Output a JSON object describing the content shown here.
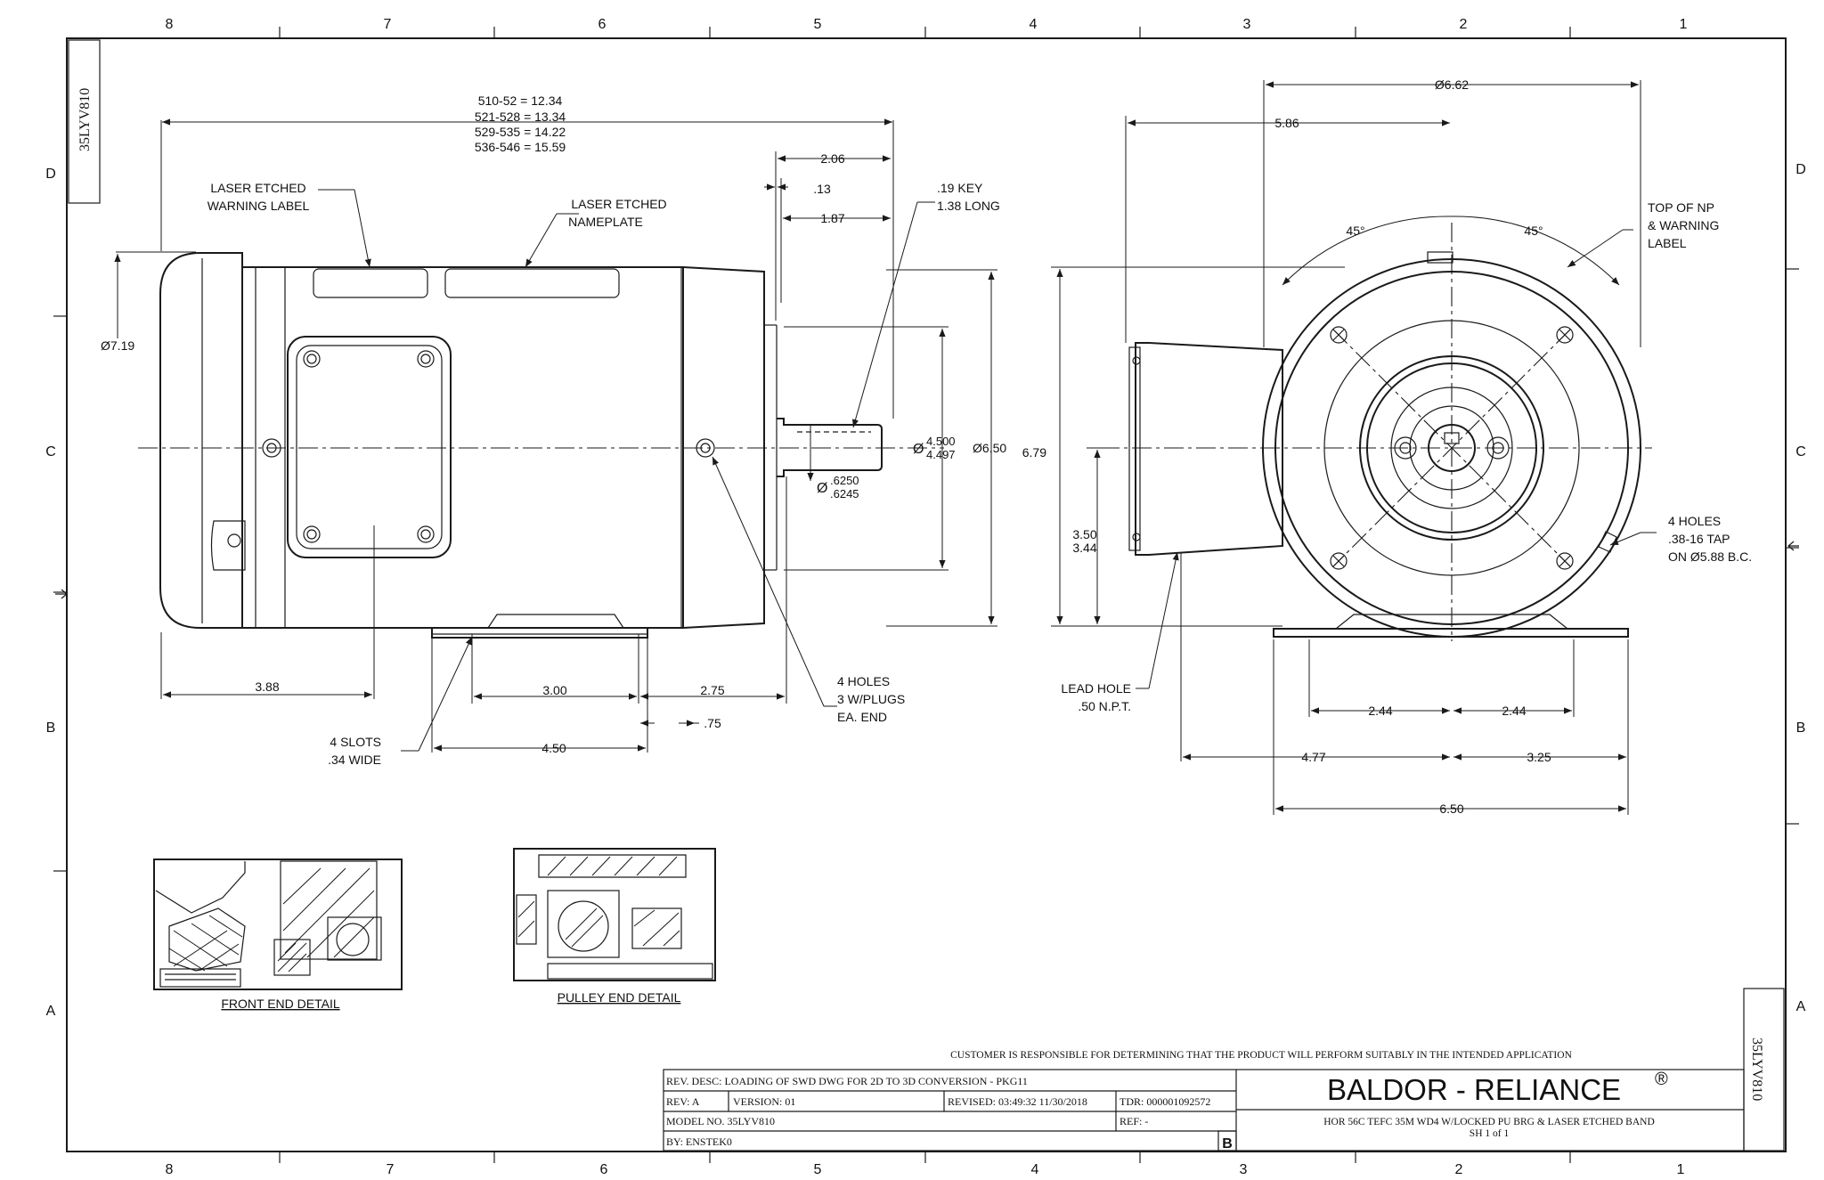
{
  "zone_numbers": [
    "8",
    "7",
    "6",
    "5",
    "4",
    "3",
    "2",
    "1"
  ],
  "zone_letters": [
    "D",
    "C",
    "B",
    "A"
  ],
  "drawing_number_vertical": "35LYV810",
  "side_view": {
    "length_table": [
      "510-52 = 12.34",
      "521-528 = 13.34",
      "529-535 = 14.22",
      "536-546 = 15.59"
    ],
    "warning_label": [
      "LASER ETCHED",
      "WARNING LABEL"
    ],
    "nameplate": [
      "LASER ETCHED",
      "NAMEPLATE"
    ],
    "dia_frame": "Ø7.19",
    "dim_206": "2.06",
    "dim_13": ".13",
    "dim_187": "1.87",
    "key": [
      ".19 KEY",
      "1.38 LONG"
    ],
    "pilot_dia_symbol": "Ø",
    "pilot_dia_max": "4.500",
    "pilot_dia_min": "4.497",
    "face_dia": "Ø6.50",
    "shaft_dia_symbol": "Ø",
    "shaft_dia_max": ".6250",
    "shaft_dia_min": ".6245",
    "dim_388": "3.88",
    "dim_300": "3.00",
    "dim_275": "2.75",
    "dim_75": ".75",
    "dim_450": "4.50",
    "slots": [
      "4 SLOTS",
      ".34 WIDE"
    ],
    "holes": [
      "4 HOLES",
      "3 W/PLUGS",
      "EA. END"
    ]
  },
  "end_view": {
    "dia_662": "Ø6.62",
    "dim_586": "5.86",
    "angle_left": "45°",
    "angle_right": "45°",
    "top_np": [
      "TOP OF NP",
      "& WARNING",
      "LABEL"
    ],
    "height_679": "6.79",
    "height_350": "3.50",
    "height_344": "3.44",
    "tap_holes": [
      "4 HOLES",
      ".38-16 TAP",
      "ON Ø5.88 B.C."
    ],
    "lead_hole": [
      "LEAD HOLE",
      ".50 N.P.T."
    ],
    "dim_244_left": "2.44",
    "dim_244_right": "2.44",
    "dim_477": "4.77",
    "dim_325": "3.25",
    "dim_650": "6.50"
  },
  "details": {
    "front": "FRONT END DETAIL",
    "pulley": "PULLEY END DETAIL"
  },
  "title_block": {
    "disclaimer": "CUSTOMER IS RESPONSIBLE FOR DETERMINING THAT THE PRODUCT WILL PERFORM SUITABLY IN THE INTENDED APPLICATION",
    "rev_desc": "REV. DESC: LOADING OF SWD DWG FOR 2D TO 3D CONVERSION - PKG11",
    "rev": "REV:  A",
    "version": "VERSION:  01",
    "revised": "REVISED:  03:49:32 11/30/2018",
    "tdr": "TDR: 000001092572",
    "model": "MODEL NO.  35LYV810",
    "ref": "REF:  -",
    "by": "BY: ENSTEK0",
    "sheet_letter": "B",
    "brand": "BALDOR - RELIANCE",
    "brand_mark": "®",
    "description": "HOR 56C TEFC 35M WD4 W/LOCKED PU BRG & LASER ETCHED BAND",
    "sheet": "SH 1 of 1"
  }
}
